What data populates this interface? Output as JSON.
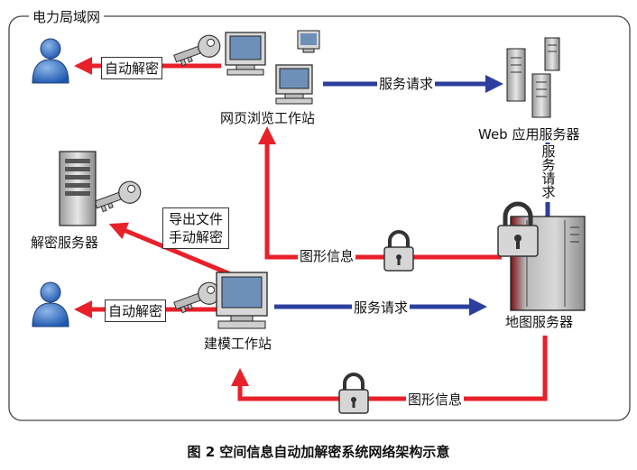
{
  "network_label": "电力局域网",
  "nodes": {
    "web_workstation": "网页浏览工作站",
    "web_server": "Web 应用服务器",
    "decrypt_server": "解密服务器",
    "modeling_workstation": "建模工作站",
    "map_server": "地图服务器"
  },
  "edges": {
    "auto_decrypt_top": "自动解密",
    "service_request_top": "服务请求",
    "service_request_vertical": "服务请求",
    "export_file": "导出文件",
    "manual_decrypt": "手动解密",
    "graphic_info_mid": "图形信息",
    "auto_decrypt_bottom": "自动解密",
    "service_request_mid": "服务请求",
    "graphic_info_bottom": "图形信息"
  },
  "caption": "图 2    空间信息自动加解密系统网络架构示意",
  "colors": {
    "red": "#e8202a",
    "blue": "#2d3f9e",
    "border": "#444444"
  }
}
